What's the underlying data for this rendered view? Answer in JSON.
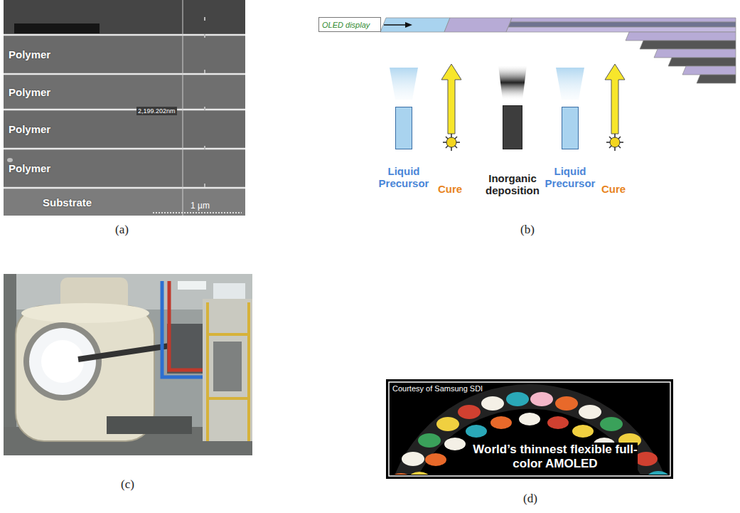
{
  "diagram": {
    "nodes": [
      {
        "text": [
          "Polymer"
        ]
      },
      {
        "text": [
          "Polymer"
        ]
      },
      {
        "text": [
          "Polymer"
        ]
      },
      {
        "text": [
          "Polymer"
        ]
      },
      {
        "text": [
          "Substrate"
        ]
      },
      {
        "text": [
          "OLED display"
        ]
      },
      {
        "text": [
          "Liquid Precursor"
        ]
      },
      {
        "text": [
          "Inorganic deposition"
        ]
      },
      {
        "text": [
          "Liquid Precursor"
        ]
      }
    ],
    "labels": [
      "2,199.202nm",
      "1 µm",
      "(a)",
      "Cure",
      "Cure",
      "(b)",
      "(c)",
      "Courtesy of Samsung SDI",
      "World’s thinnest flexible full-color AMOLED",
      "(d)"
    ]
  }
}
